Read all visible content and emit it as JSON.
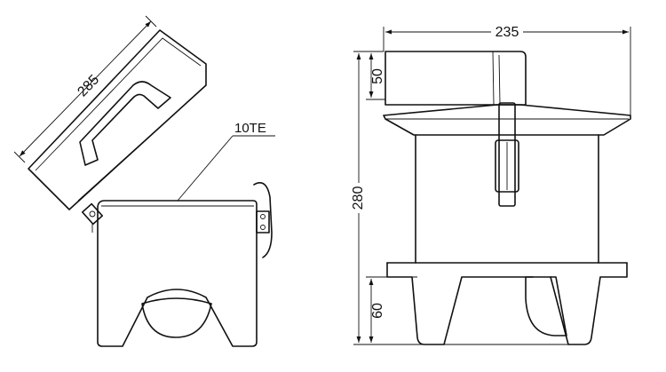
{
  "side_view": {
    "lid_length_label": "285",
    "model_label": "10TE"
  },
  "front_view": {
    "width_label": "235",
    "height_label": "280",
    "lid_height_label": "50",
    "foot_height_label": "60"
  }
}
